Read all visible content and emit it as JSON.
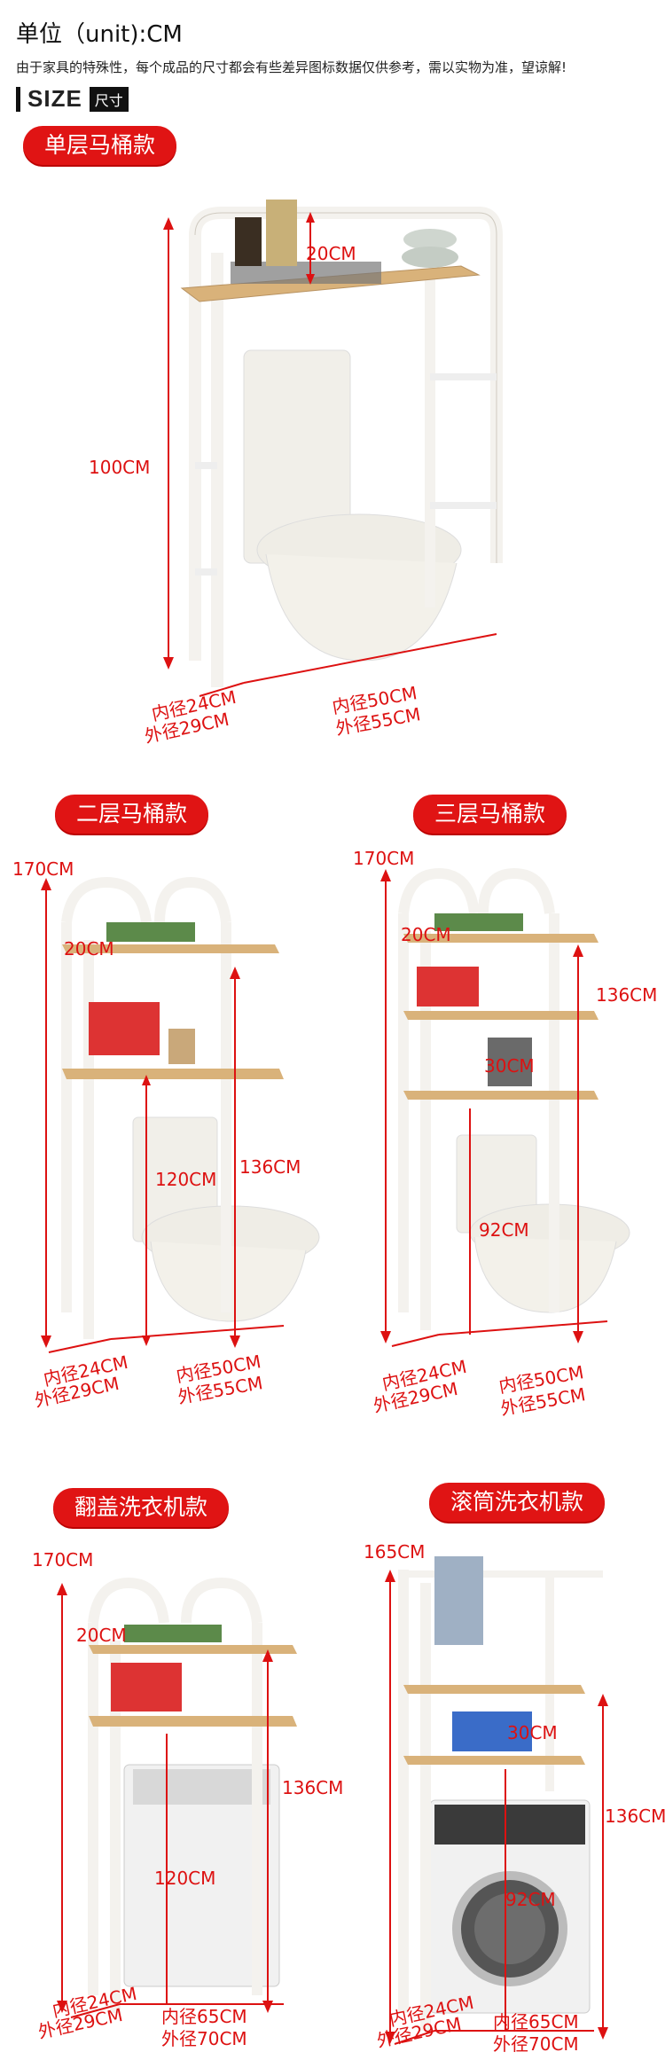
{
  "header": {
    "unit_title": "单位（unit):CM",
    "note": "由于家具的特殊性，每个成品的尺寸都会有些差异图标数据仅供参考，需以实物为准，望谅解!",
    "size_label": "SIZE",
    "size_tag": "尺寸"
  },
  "sections": {
    "single": {
      "title": "单层马桶款",
      "h": "100CM",
      "shelf": "20CM",
      "inner_d": "内径24CM",
      "outer_d": "外径29CM",
      "inner_w": "内径50CM",
      "outer_w": "外径55CM"
    },
    "double": {
      "title": "二层马桶款",
      "h": "170CM",
      "shelf": "20CM",
      "gap": "120CM",
      "h2": "136CM",
      "inner_d": "内径24CM",
      "outer_d": "外径29CM",
      "inner_w": "内径50CM",
      "outer_w": "外径55CM"
    },
    "triple": {
      "title": "三层马桶款",
      "h": "170CM",
      "shelf": "20CM",
      "mid": "30CM",
      "gap": "92CM",
      "h2": "136CM",
      "inner_d": "内径24CM",
      "outer_d": "外径29CM",
      "inner_w": "内径50CM",
      "outer_w": "外径55CM"
    },
    "toploader": {
      "title": "翻盖洗衣机款",
      "h": "170CM",
      "shelf": "20CM",
      "gap": "120CM",
      "h2": "136CM",
      "inner_d": "内径24CM",
      "outer_d": "外径29CM",
      "inner_w": "内径65CM",
      "outer_w": "外径70CM"
    },
    "frontloader": {
      "title": "滚筒洗衣机款",
      "h": "165CM",
      "mid": "30CM",
      "gap": "92CM",
      "h2": "136CM",
      "inner_d": "内径24CM",
      "outer_d": "外径29CM",
      "inner_w": "内径65CM",
      "outer_w": "外径70CM"
    }
  },
  "colors": {
    "accent": "#e01414",
    "dim": "#d11111",
    "frame": "#f2efe8",
    "wood": "#d9b27a"
  }
}
